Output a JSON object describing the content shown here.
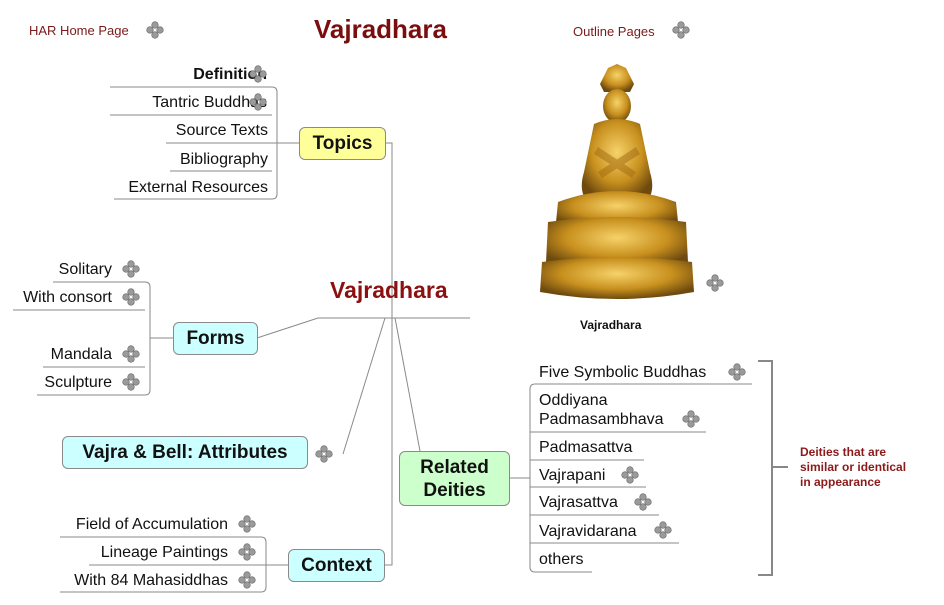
{
  "header": {
    "home_link": "HAR Home Page",
    "title": "Vajradhara",
    "outline_link": "Outline Pages"
  },
  "center": {
    "label": "Vajradhara"
  },
  "topics": {
    "label": "Topics",
    "items": [
      "Definition",
      "Tantric Buddhas",
      "Source Texts",
      "Bibliography",
      "External Resources"
    ]
  },
  "forms": {
    "label": "Forms",
    "items": [
      "Solitary",
      "With consort",
      "Mandala",
      "Sculpture"
    ]
  },
  "attributes": {
    "label": "Vajra & Bell: Attributes"
  },
  "context": {
    "label": "Context",
    "items": [
      "Field of Accumulation",
      "Lineage Paintings",
      "With 84 Mahasiddhas"
    ]
  },
  "related": {
    "label_line1": "Related",
    "label_line2": "Deities",
    "items": [
      "Five Symbolic Buddhas",
      "Oddiyana",
      "Padmasambhava",
      "Padmasattva",
      "Vajrapani",
      "Vajrasattva",
      "Vajravidarana",
      "others"
    ],
    "note_lines": [
      "Deities that are",
      "similar or identical",
      "in appearance"
    ]
  },
  "image": {
    "caption": "Vajradhara"
  },
  "icons": {
    "link": "link-cluster-icon"
  },
  "colors": {
    "title": "#7a0e0e",
    "topics": "#ffff99",
    "branch": "#ccffff",
    "related": "#ccffcc"
  }
}
